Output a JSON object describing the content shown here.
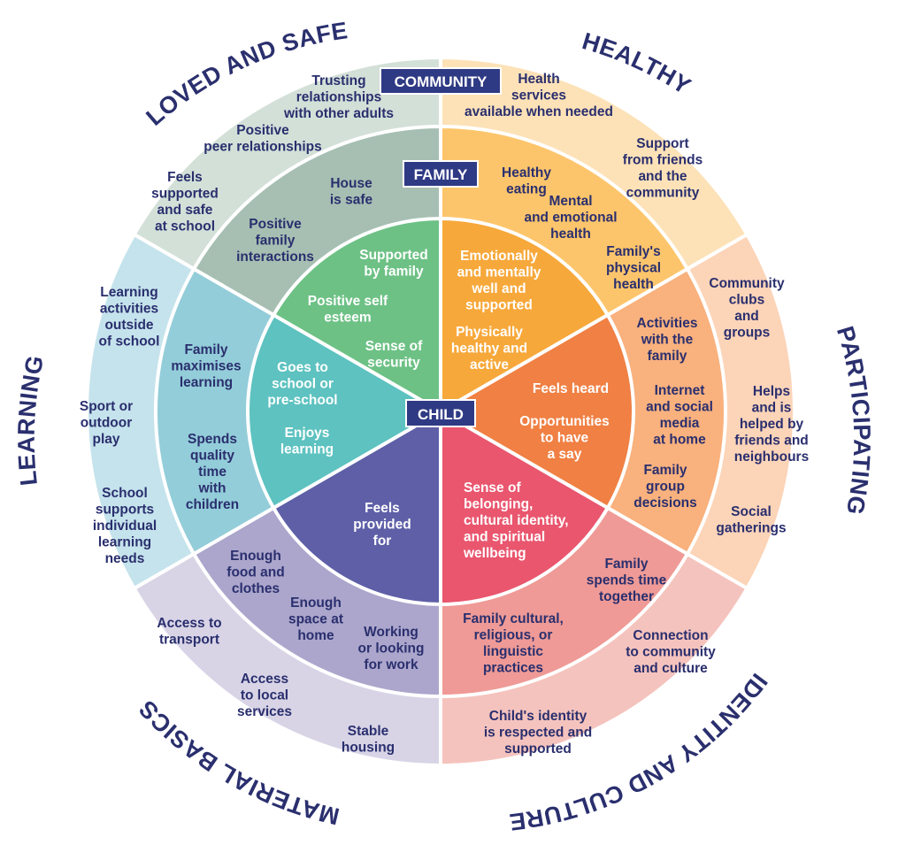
{
  "rings": {
    "community": "COMMUNITY",
    "family": "FAMILY",
    "child": "CHILD"
  },
  "domains": {
    "loved_and_safe": "LOVED AND SAFE",
    "healthy": "HEALTHY",
    "participating": "PARTICIPATING",
    "identity_and_culture": "IDENTITY AND CULTURE",
    "material_basics": "MATERIAL BASICS",
    "learning": "LEARNING"
  },
  "colors": {
    "loved_and_safe": [
      "#d3e0d8",
      "#a6bfb2",
      "#6dc185"
    ],
    "healthy": [
      "#fde2b8",
      "#fdc56b",
      "#f7a83a"
    ],
    "participating": [
      "#fcd4b8",
      "#f9b17d",
      "#f08043"
    ],
    "identity_and_culture": [
      "#f5c3bd",
      "#ef9a96",
      "#e9566e"
    ],
    "material_basics": [
      "#d8d4e6",
      "#aca6cc",
      "#5e5fa7"
    ],
    "learning": [
      "#c5e3ec",
      "#93cdd9",
      "#5dc2c0"
    ],
    "badge": "#2f3a84",
    "text": "#2a2f6e"
  },
  "items": {
    "community_loved": [
      "Trusting relationships with other adults",
      "Positive peer relationships",
      "Feels supported and safe at school"
    ],
    "family_loved": [
      "House is safe",
      "Positive family interactions"
    ],
    "child_loved": [
      "Supported by family",
      "Positive self esteem",
      "Sense of security"
    ],
    "community_healthy": [
      "Health services available when needed",
      "Support from friends and the community"
    ],
    "family_healthy": [
      "Healthy eating",
      "Mental and emotional health",
      "Family's physical health"
    ],
    "child_healthy": [
      "Emotionally and mentally well and supported",
      "Physically healthy and active"
    ],
    "community_participating": [
      "Community clubs and groups",
      "Helps and is helped by friends and neighbours",
      "Social gatherings"
    ],
    "family_participating": [
      "Activities with the family",
      "Internet and social media at home",
      "Family group decisions"
    ],
    "child_participating": [
      "Feels heard",
      "Opportunities to have a say"
    ],
    "child_identity": [
      "Sense of belonging, cultural identity, and spiritual wellbeing"
    ],
    "family_identity": [
      "Family spends time together",
      "Family cultural, religious, or linguistic practices"
    ],
    "community_identity": [
      "Connection to community and culture",
      "Child's identity is respected and supported"
    ],
    "child_material": [
      "Feels provided for"
    ],
    "family_material": [
      "Enough food and clothes",
      "Enough space at home",
      "Working or looking for work"
    ],
    "community_material": [
      "Access to transport",
      "Access to local services",
      "Stable housing"
    ],
    "child_learning": [
      "Goes to school or pre-school",
      "Enjoys learning"
    ],
    "family_learning": [
      "Family maximises learning",
      "Spends quality time with children"
    ],
    "community_learning": [
      "Learning activities outside of school",
      "Sport or outdoor play",
      "School supports individual learning needs"
    ]
  }
}
